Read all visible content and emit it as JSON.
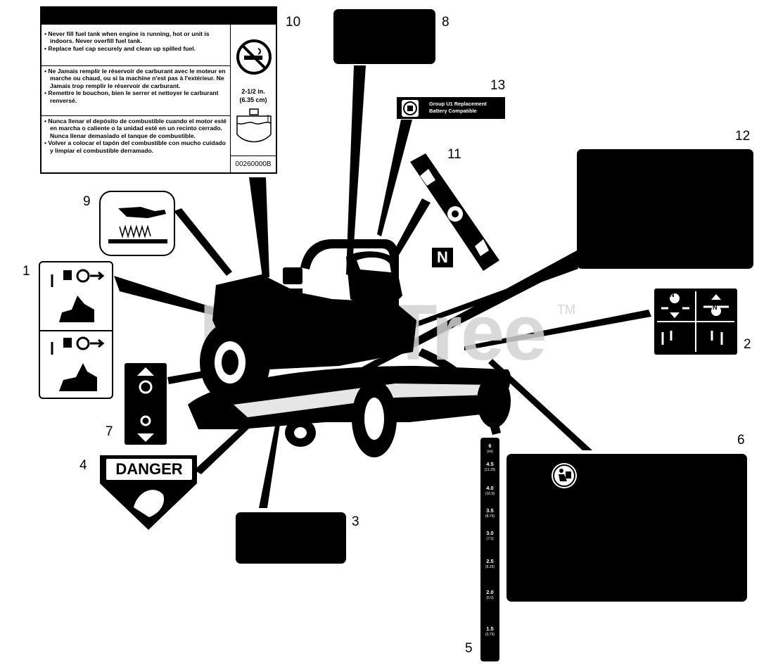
{
  "callouts": {
    "c1": "1",
    "c2": "2",
    "c3": "3",
    "c4": "4",
    "c5": "5",
    "c6": "6",
    "c7": "7",
    "c8": "8",
    "c9": "9",
    "c10": "10",
    "c11": "11",
    "c12": "12",
    "c13": "13"
  },
  "watermark": {
    "text": "PartsTree",
    "tm": "TM"
  },
  "fuel_label": {
    "english": [
      "• Never fill fuel tank when engine is running, hot or unit is indoors. Never overfill fuel tank.",
      "• Replace fuel cap securely and clean up spilled fuel."
    ],
    "french": [
      "• Ne Jamais remplir le réservoir de carburant avec le moteur en marche ou chaud, ou si la machine n'est pas à l'extérieur. Ne Jamais trop remplir le réservoir de carburant.",
      "• Remettre le bouchon, bien le serrer et nettoyer le carburant renversé."
    ],
    "spanish": [
      "• Nunca llenar el depósito de combustible cuando el motor esté en marcha o caliente o la unidad esté en un recinto cerrado. Nunca llenar demasiado el tanque de combustible.",
      "• Volver a colocar el tapón del combustible con mucho cuidado y limpiar el combustible derramado."
    ],
    "fill_level": "2-1/2 in.",
    "fill_level_metric": "(6.35 cm)",
    "part_number": "00260000B"
  },
  "label_13": {
    "line1": "Group U1 Replacement",
    "line2": "Battery Compatible"
  },
  "label_11": {
    "neutral": "N"
  },
  "label_4": {
    "title": "DANGER"
  },
  "label_2": {
    "n1": "N",
    "n2": "N"
  },
  "speed_strip": {
    "ticks": [
      {
        "main": "6",
        "sub": "(mi)"
      },
      {
        "main": "4.5",
        "sub": "(11.25)"
      },
      {
        "main": "4.0",
        "sub": "(10.0)"
      },
      {
        "main": "3.5",
        "sub": "(8.75)"
      },
      {
        "main": "3.0",
        "sub": "(7.5)"
      },
      {
        "main": "2.5",
        "sub": "(6.25)"
      },
      {
        "main": "2.0",
        "sub": "(5.0)"
      },
      {
        "main": "1.5",
        "sub": "(3.75)"
      }
    ]
  },
  "colors": {
    "ink": "#000000",
    "paper": "#ffffff",
    "watermark": "#d3d3d3"
  }
}
